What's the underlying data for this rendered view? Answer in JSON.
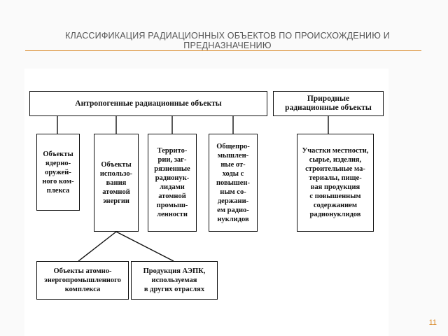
{
  "slide": {
    "title": "КЛАССИФИКАЦИЯ РАДИАЦИОННЫХ ОБЪЕКТОВ ПО ПРОИСХОЖДЕНИЮ И ПРЕДНАЗНАЧЕНИЮ",
    "page_number": "11",
    "accent_color": "#d98a2a"
  },
  "diagram": {
    "anthropogenic": {
      "label": "Антропогенные радиационные объекты",
      "children": [
        "Объекты\nядерно-\nоружей-\nного ком-\nплекса",
        "Объекты\nиспользо-\nвания\nатомной\nэнергии",
        "Террито-\nрии, заг-\nрязненные\nрадионук-\nлидами\nатомной\nпромыш-\nленности",
        "Общепро-\nмышлен-\nные от-\nходы с\nповышен-\nным со-\nдержани-\nем радио-\nнуклидов"
      ],
      "sub_children": [
        "Объекты атомно-\nэнергопромышленного\nкомплекса",
        "Продукция АЭПК,\nиспользуемая\nв других отраслях"
      ]
    },
    "natural": {
      "label": "Природные\nрадиационные объекты",
      "child": "Участки местности,\nсырье, изделия,\nстроительные ма-\nтериалы, пище-\nвая продукция\nс повышенным\nсодержанием\nрадионуклидов"
    }
  }
}
